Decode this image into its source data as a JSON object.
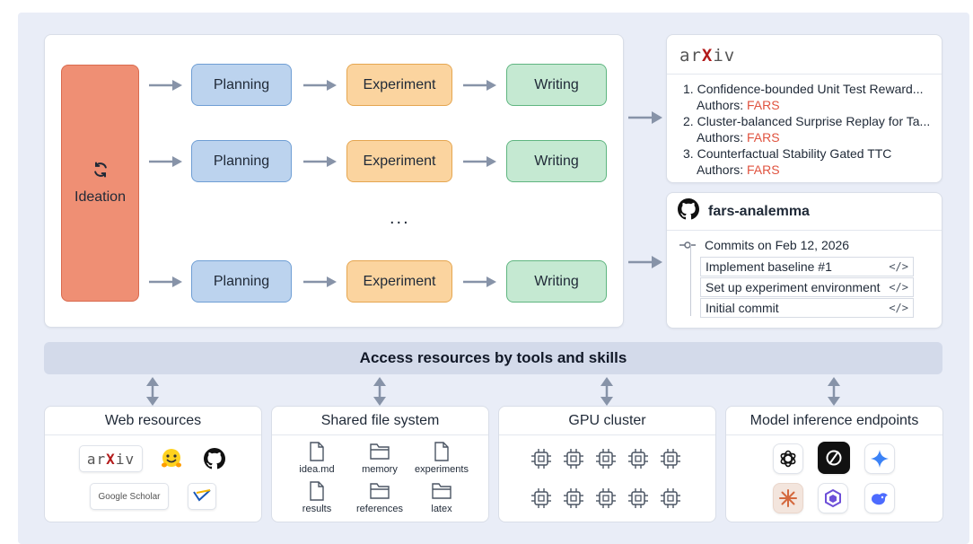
{
  "pipeline": {
    "ideation_label": "Ideation",
    "rows": [
      {
        "planning": "Planning",
        "experiment": "Experiment",
        "writing": "Writing"
      },
      {
        "planning": "Planning",
        "experiment": "Experiment",
        "writing": "Writing"
      },
      {
        "planning": "Planning",
        "experiment": "Experiment",
        "writing": "Writing"
      }
    ],
    "ellipsis": "..."
  },
  "arxiv": {
    "logo": "arXiv",
    "papers": [
      {
        "num": "1.",
        "title": "Confidence-bounded Unit Test Reward...",
        "authors_label": "Authors:",
        "authors": "FARS"
      },
      {
        "num": "2.",
        "title": "Cluster-balanced Surprise Replay for Ta...",
        "authors_label": "Authors:",
        "authors": "FARS"
      },
      {
        "num": "3.",
        "title": "Counterfactual Stability Gated TTC",
        "authors_label": "Authors:",
        "authors": "FARS"
      }
    ]
  },
  "github": {
    "repo": "fars-analemma",
    "commits_header": "Commits on Feb 12, 2026",
    "commits": [
      "Implement baseline #1",
      "Set up experiment environment",
      "Initial commit"
    ],
    "code_icon": "</>"
  },
  "access_bar": "Access resources by tools and skills",
  "resources": {
    "web": {
      "title": "Web resources",
      "arxiv_logo": "arXiv",
      "scholar": "Google Scholar",
      "icons": [
        "arxiv-icon",
        "huggingface-icon",
        "github-icon",
        "google-scholar-icon",
        "semantic-scholar-icon"
      ]
    },
    "fs": {
      "title": "Shared file system",
      "items": [
        {
          "name": "idea.md",
          "type": "file"
        },
        {
          "name": "memory",
          "type": "folder"
        },
        {
          "name": "experiments",
          "type": "file"
        },
        {
          "name": "results",
          "type": "file"
        },
        {
          "name": "references",
          "type": "folder"
        },
        {
          "name": "latex",
          "type": "folder"
        }
      ]
    },
    "gpu": {
      "title": "GPU cluster",
      "chip_count": 10
    },
    "models": {
      "title": "Model inference endpoints",
      "icons": [
        "openai-icon",
        "perplexity-icon",
        "gemini-icon",
        "claude-icon",
        "qwen-icon",
        "deepseek-icon"
      ]
    }
  },
  "colors": {
    "ideation": "#ef8f74",
    "planning": "#bcd3ee",
    "experiment": "#fbd49f",
    "writing": "#c5e9d2",
    "accent_red": "#e0533f",
    "arrow": "#8793a8"
  }
}
